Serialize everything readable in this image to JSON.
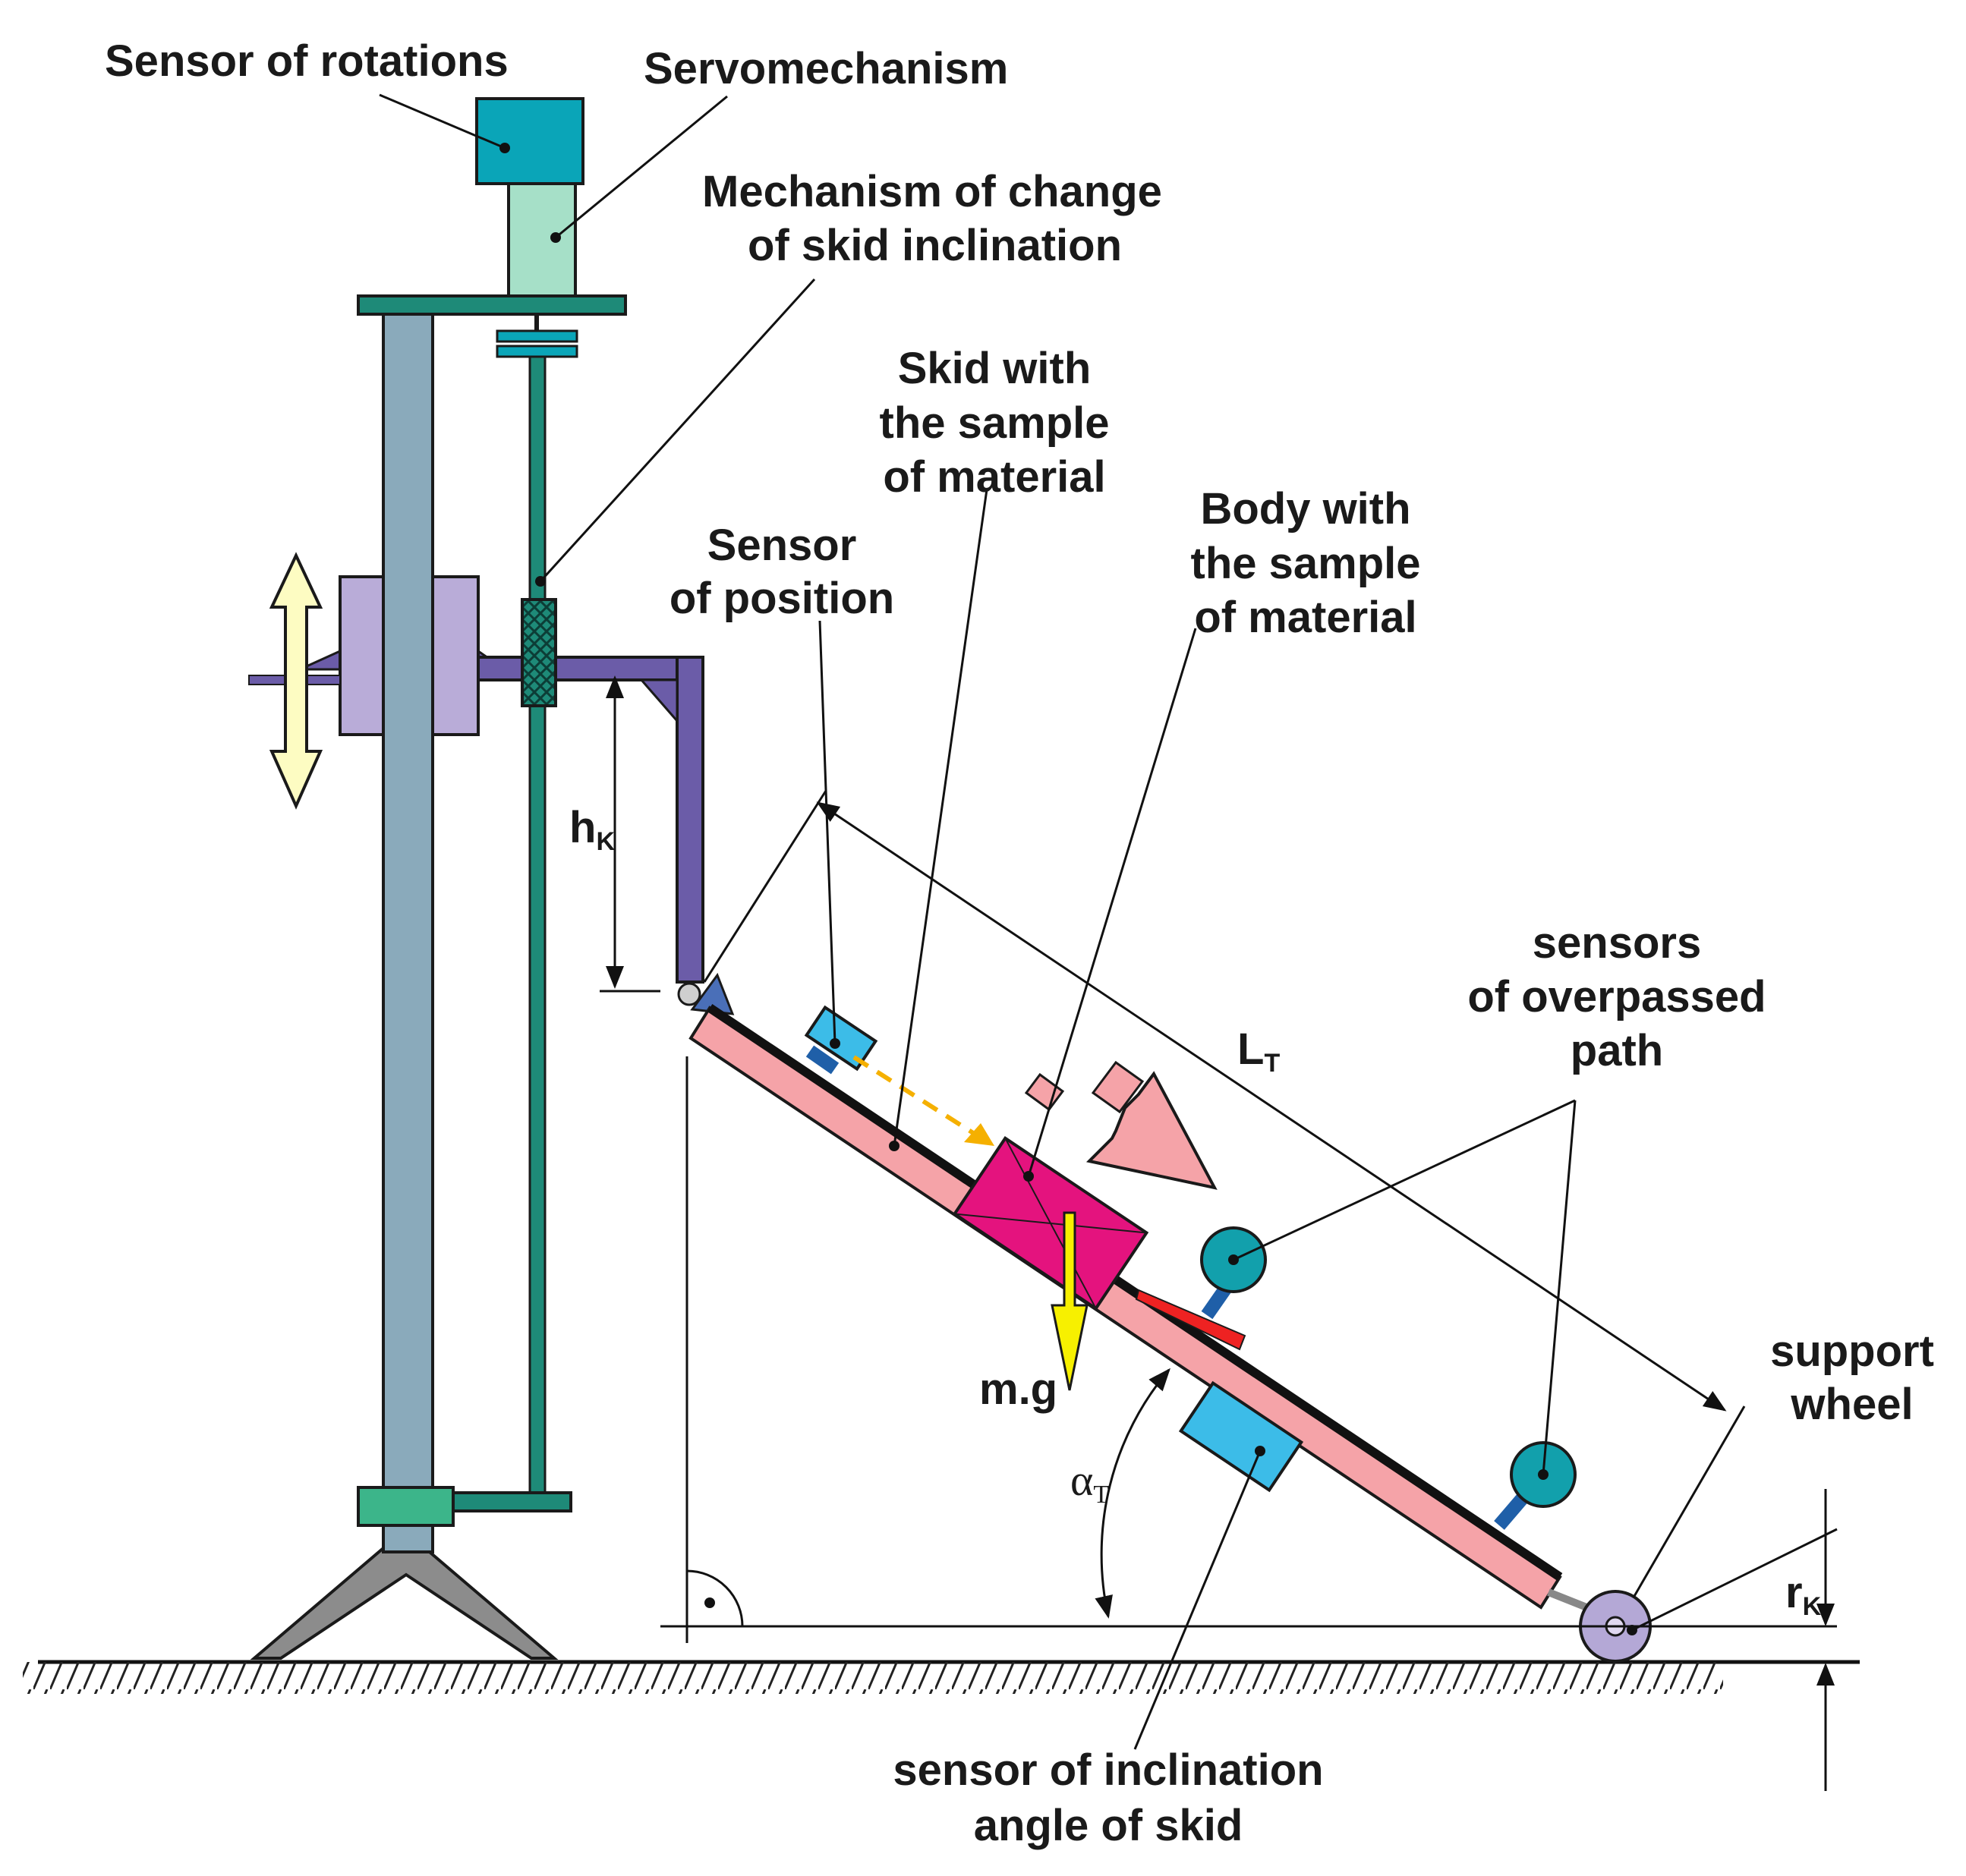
{
  "labels": {
    "sensor_rotations": "Sensor of rotations",
    "servomechanism": "Servomechanism",
    "mechanism_line1": "Mechanism of change",
    "mechanism_line2": "of skid inclination",
    "skid_line1": "Skid with",
    "skid_line2": "the sample",
    "skid_line3": "of material",
    "body_line1": "Body with",
    "body_line2": "the sample",
    "body_line3": "of material",
    "sensor_position_line1": "Sensor",
    "sensor_position_line2": "of position",
    "sensors_path_line1": "sensors",
    "sensors_path_line2": "of overpassed",
    "sensors_path_line3": "path",
    "support_wheel_line1": "support",
    "support_wheel_line2": "wheel",
    "inclination_line1": "sensor of inclination",
    "inclination_line2": "angle of skid"
  },
  "symbols": {
    "h_main": "h",
    "h_sub": "K",
    "L_main": "L",
    "L_sub": "T",
    "alpha_main": "α",
    "alpha_sub": "T",
    "r_main": "r",
    "r_sub": "K",
    "mg": "m.g"
  },
  "colors": {
    "column": "#8aaabb",
    "rod": "#1e8a78",
    "sensor": "#0aa5b8",
    "servo": "#a6e0c8",
    "arm": "#6b5ca8",
    "clamp": "#b9acd8",
    "skid": "#f5a3a8",
    "body": "#e4137e",
    "gravity": "#f7f000",
    "slide_arrow": "#f5a3a8",
    "pos_sensor": "#3cbce8",
    "path_sensor": "#12a0ac",
    "wheel": "#b4a8d6",
    "tripod": "#8c8c8c"
  }
}
